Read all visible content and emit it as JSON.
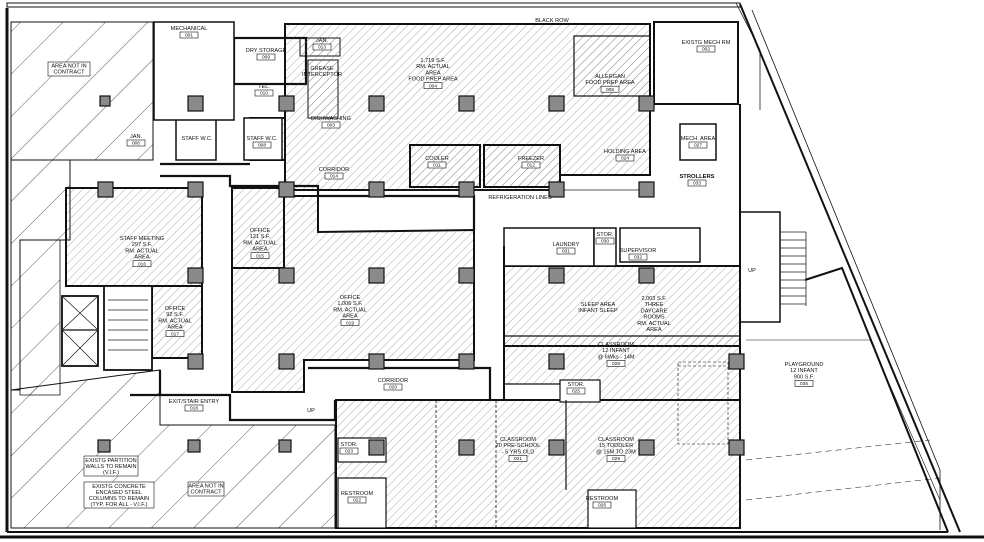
{
  "rooms": [
    {
      "id": "mechanical",
      "lines": [
        "MECHANICAL"
      ],
      "number": "001"
    },
    {
      "id": "dry-storage",
      "lines": [
        "DRY STORAGE"
      ],
      "number": "009"
    },
    {
      "id": "janitor-013",
      "lines": [
        "JAN."
      ],
      "number": "013"
    },
    {
      "id": "grease-interceptor",
      "lines": [
        "GREASE",
        "INTERCEPTOR"
      ],
      "number": ""
    },
    {
      "id": "food-prep",
      "lines": [
        "1,719 S.F.",
        "RM. ACTUAL",
        "AREA",
        "FOOD PREP AREA"
      ],
      "number": "004"
    },
    {
      "id": "allergen",
      "lines": [
        "ALLERGAN",
        "FOOD PREP AREA"
      ],
      "number": "005"
    },
    {
      "id": "exist-mech",
      "lines": [
        "EXISTG MECH RM"
      ],
      "number": "002"
    },
    {
      "id": "tel",
      "lines": [
        "TEL."
      ],
      "number": "010"
    },
    {
      "id": "dishwashing",
      "lines": [
        "DISHWASHING"
      ],
      "number": "003"
    },
    {
      "id": "jan-006",
      "lines": [
        "JAN."
      ],
      "number": "006"
    },
    {
      "id": "staff-wc-1",
      "lines": [
        "STAFF W.C."
      ],
      "number": ""
    },
    {
      "id": "staff-wc-2",
      "lines": [
        "STAFF W.C."
      ],
      "number": "008"
    },
    {
      "id": "cooler",
      "lines": [
        "COOLER"
      ],
      "number": "011"
    },
    {
      "id": "freezer",
      "lines": [
        "FREEZER"
      ],
      "number": "012"
    },
    {
      "id": "holding",
      "lines": [
        "HOLDING AREA"
      ],
      "number": "024"
    },
    {
      "id": "mech-area",
      "lines": [
        "MECH. AREA"
      ],
      "number": "027"
    },
    {
      "id": "strollers",
      "lines": [
        "STROLLERS"
      ],
      "number": "033"
    },
    {
      "id": "corridor-top",
      "lines": [
        "CORRIDOR"
      ],
      "number": "014"
    },
    {
      "id": "staff-meeting",
      "lines": [
        "STAFF MEETING",
        "297 S.F.",
        "RM. ACTUAL",
        "AREA"
      ],
      "number": "016"
    },
    {
      "id": "office-015",
      "lines": [
        "OFFICE",
        "121 S.F.",
        "RM. ACTUAL",
        "AREA"
      ],
      "number": "015"
    },
    {
      "id": "office-019",
      "lines": [
        "OFFICE",
        "1,006 S.F.",
        "RM. ACTUAL",
        "AREA"
      ],
      "number": "019"
    },
    {
      "id": "laundry",
      "lines": [
        "LAUNDRY"
      ],
      "number": "031"
    },
    {
      "id": "stor-030",
      "lines": [
        "STOR."
      ],
      "number": "030"
    },
    {
      "id": "supervisor",
      "lines": [
        "SUPERVISOR"
      ],
      "number": "032"
    },
    {
      "id": "office-017",
      "lines": [
        "OFFICE",
        "92 S.F.",
        "RM. ACTUAL",
        "AREA"
      ],
      "number": "017"
    },
    {
      "id": "sleep",
      "lines": [
        "SLEEP AREA",
        "INFANT SLEEP"
      ],
      "number": ""
    },
    {
      "id": "daycare",
      "lines": [
        "2,003 S.F.",
        "THREE",
        "DAYCARE",
        "ROOMS",
        "RM. ACTUAL",
        "AREA"
      ],
      "number": ""
    },
    {
      "id": "classroom-infant",
      "lines": [
        "CLASSROOM",
        "12 INFANT",
        "@ 6Wks - 14M"
      ],
      "number": "028"
    },
    {
      "id": "corridor-bottom",
      "lines": [
        "CORRIDOR"
      ],
      "number": "020"
    },
    {
      "id": "exit-stair",
      "lines": [
        "EXIT/STAIR ENTRY"
      ],
      "number": "018"
    },
    {
      "id": "stor-025",
      "lines": [
        "STOR."
      ],
      "number": "025"
    },
    {
      "id": "playground",
      "lines": [
        "PLAYGROUND",
        "12 INFANT",
        "900 S.F."
      ],
      "number": "035"
    },
    {
      "id": "stor-023",
      "lines": [
        "STOR."
      ],
      "number": "023"
    },
    {
      "id": "classroom-preschool",
      "lines": [
        "CLASSROOM",
        "20 PRE-SCHOOL",
        "- 5 YRS OLD"
      ],
      "number": "021"
    },
    {
      "id": "classroom-toddler",
      "lines": [
        "CLASSROOM",
        "15 TODDLER",
        "@ 15M TO 23M"
      ],
      "number": "029"
    },
    {
      "id": "restroom-022",
      "lines": [
        "RESTROOM"
      ],
      "number": "022"
    },
    {
      "id": "restroom-026",
      "lines": [
        "RESTROOM"
      ],
      "number": "026"
    }
  ],
  "notes": {
    "area_not_in_contract_top": [
      "AREA NOT IN",
      "CONTRACT"
    ],
    "area_not_in_contract_bottom": [
      "AREA NOT IN",
      "CONTRACT"
    ],
    "existing_partition": [
      "EXISTG PARTITION",
      "WALLS TO REMAIN",
      "(V.I.F.)"
    ],
    "existing_columns": [
      "EXISTG CONCRETE",
      "ENCASED STEEL",
      "COLUMNS TO REMAIN",
      "(TYP. FOR ALL - V.I.F.)"
    ],
    "refrigeration_lines": "REFRIGERATION LINES",
    "back_row": "BLACK ROW",
    "up_left": "UP",
    "up_right": "UP"
  },
  "colors": {
    "line": "#111111",
    "column": "#8a8a8a",
    "hatch": "#555555"
  }
}
